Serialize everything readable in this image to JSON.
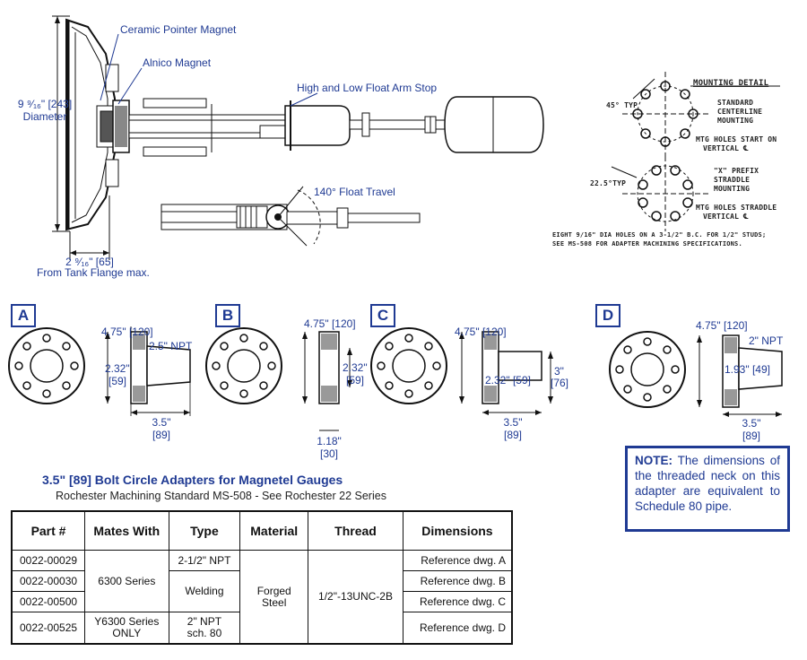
{
  "top_labels": {
    "ceramic": "Ceramic Pointer Magnet",
    "alnico": "Alnico Magnet",
    "stop": "High and Low Float Arm Stop",
    "travel": "140° Float Travel",
    "dia_value": "9 ⁹⁄₁₆\" [243]",
    "dia_word": "Diameter",
    "flange_value": "2 ⁹⁄₁₆\" [65]",
    "flange_word": "From Tank Flange max."
  },
  "mounting": {
    "title": "MOUNTING DETAIL",
    "angle1": "45° TYP",
    "angle2": "22.5°TYP",
    "std_1": "STANDARD",
    "std_2": "CENTERLINE",
    "std_3": "MOUNTING",
    "mtg1_1": "MTG HOLES START ON",
    "mtg1_2": "VERTICAL ℄",
    "x_1": "\"X\" PREFIX",
    "x_2": "STRADDLE",
    "x_3": "MOUNTING",
    "mtg2_1": "MTG HOLES STRADDLE",
    "mtg2_2": "VERTICAL ℄",
    "foot_1": "EIGHT 9/16\" DIA HOLES ON A 3-1/2\" B.C. FOR 1/2\" STUDS;",
    "foot_2": "SEE MS-508 FOR ADAPTER MACHINING SPECIFICATIONS."
  },
  "drawings": {
    "A": {
      "badge": "A",
      "top": "4.75\" [120]",
      "npt": "2.5\" NPT",
      "h1": "2.32\"",
      "h2": "[59]",
      "b1": "3.5\"",
      "b2": "[89]"
    },
    "B": {
      "badge": "B",
      "top": "4.75\" [120]",
      "h1": "2.32\"",
      "h2": "[59]",
      "b1": "1.18\"",
      "b2": "[30]"
    },
    "C": {
      "badge": "C",
      "top": "4.75\" [120]",
      "mid": "2.32\" [59]",
      "r1": "3\"",
      "r2": "[76]",
      "b1": "3.5\"",
      "b2": "[89]"
    },
    "D": {
      "badge": "D",
      "top": "4.75\" [120]",
      "npt": "2\" NPT",
      "mid": "1.93\" [49]",
      "b1": "3.5\"",
      "b2": "[89]"
    }
  },
  "section_title": "3.5\" [89] Bolt Circle Adapters for Magnetel Gauges",
  "section_subtitle": "Rochester Machining Standard MS-508 - See Rochester 22 Series",
  "table": {
    "headers": [
      "Part #",
      "Mates With",
      "Type",
      "Material",
      "Thread",
      "Dimensions"
    ],
    "parts": [
      "0022-00029",
      "0022-00030",
      "0022-00500",
      "0022-00525"
    ],
    "mates_6300": "6300 Series",
    "mates_y6300": "Y6300 Series ONLY",
    "type_npt": "2-1/2\" NPT",
    "type_welding": "Welding",
    "type_npt80": "2\" NPT sch. 80",
    "material": "Forged Steel",
    "thread": "1/2\"-13UNC-2B",
    "dims": [
      "Reference dwg. A",
      "Reference dwg. B",
      "Reference dwg. C",
      "Reference dwg. D"
    ]
  },
  "note": {
    "label": "NOTE:",
    "text": "The dimensions of the threaded neck on this adapter are equivalent to Schedule 80 pipe."
  }
}
